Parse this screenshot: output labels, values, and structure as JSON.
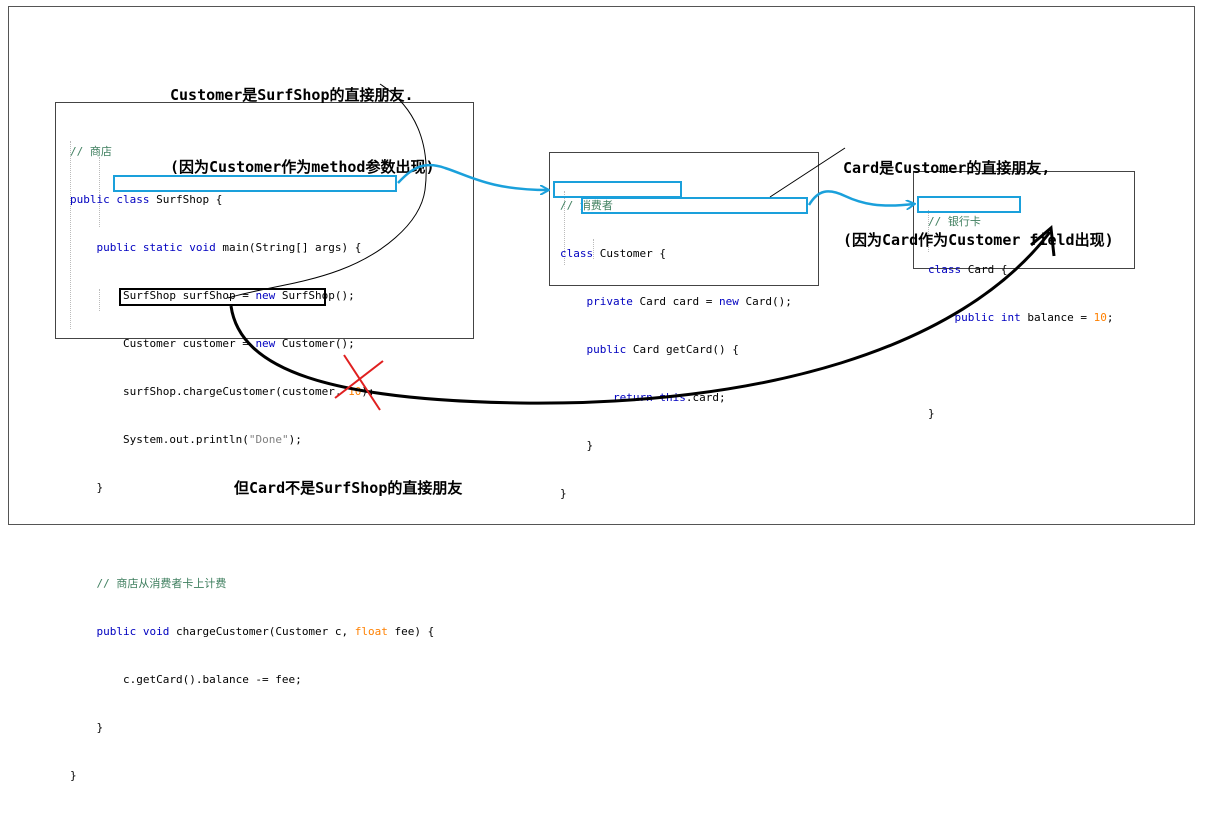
{
  "annotations": {
    "customer_friend_line1": "Customer是SurfShop的直接朋友.",
    "customer_friend_line2": "(因为Customer作为method参数出现)",
    "card_friend_line1": "Card是Customer的直接朋友,",
    "card_friend_line2": "(因为Card作为Customer field出现)",
    "not_friend": "但Card不是SurfShop的直接朋友"
  },
  "colors": {
    "highlight_blue": "#1aa0db",
    "highlight_black": "#000000",
    "cross_red": "#e02020",
    "keyword": "#0000c0",
    "comment": "#3f7f5f",
    "number": "#ff8000",
    "string": "#7f7f7f"
  },
  "surfshop": {
    "comment": "// 商店",
    "class_decl_kw": "public class",
    "class_decl_name": "SurfShop {",
    "main_kw": "public static void",
    "main_rest": "main(String[] args) {",
    "line_new_shop_a": "SurfShop surfShop = ",
    "line_new_shop_kw": "new",
    "line_new_shop_b": " SurfShop();",
    "line_new_cust_a": "Customer customer = ",
    "line_new_cust_kw": "new",
    "line_new_cust_b": " Customer();",
    "line_charge_a": "surfShop.chargeCustomer(customer, ",
    "line_charge_num": "10",
    "line_charge_b": ");",
    "line_print_a": "System.out.println(",
    "line_print_str": "\"Done\"",
    "line_print_b": ");",
    "close_main": "}",
    "comment2": "// 商店从消费者卡上计费",
    "charge_kw": "public void",
    "charge_rest_a": "chargeCustomer(Customer c, ",
    "charge_float": "float",
    "charge_rest_b": " fee) {",
    "getcard_line": "c.getCard().balance -= fee;",
    "close_charge": "}",
    "close_class": "}"
  },
  "customer": {
    "comment": "// 消费者",
    "class_kw": "class",
    "class_name": "Customer {",
    "field_kw": "private",
    "field_a": "Card card = ",
    "field_new": "new",
    "field_b": " Card();",
    "getcard_kw": "public",
    "getcard_rest": "Card getCard() {",
    "return_kw": "return",
    "this_kw": "this",
    "return_rest": ".card;",
    "close_method": "}",
    "close_class": "}"
  },
  "card": {
    "comment": "// 银行卡",
    "class_kw": "class",
    "class_name": "Card {",
    "field_kw": "public int",
    "field_a": "balance = ",
    "field_num": "10",
    "field_b": ";",
    "close_class": "}"
  }
}
